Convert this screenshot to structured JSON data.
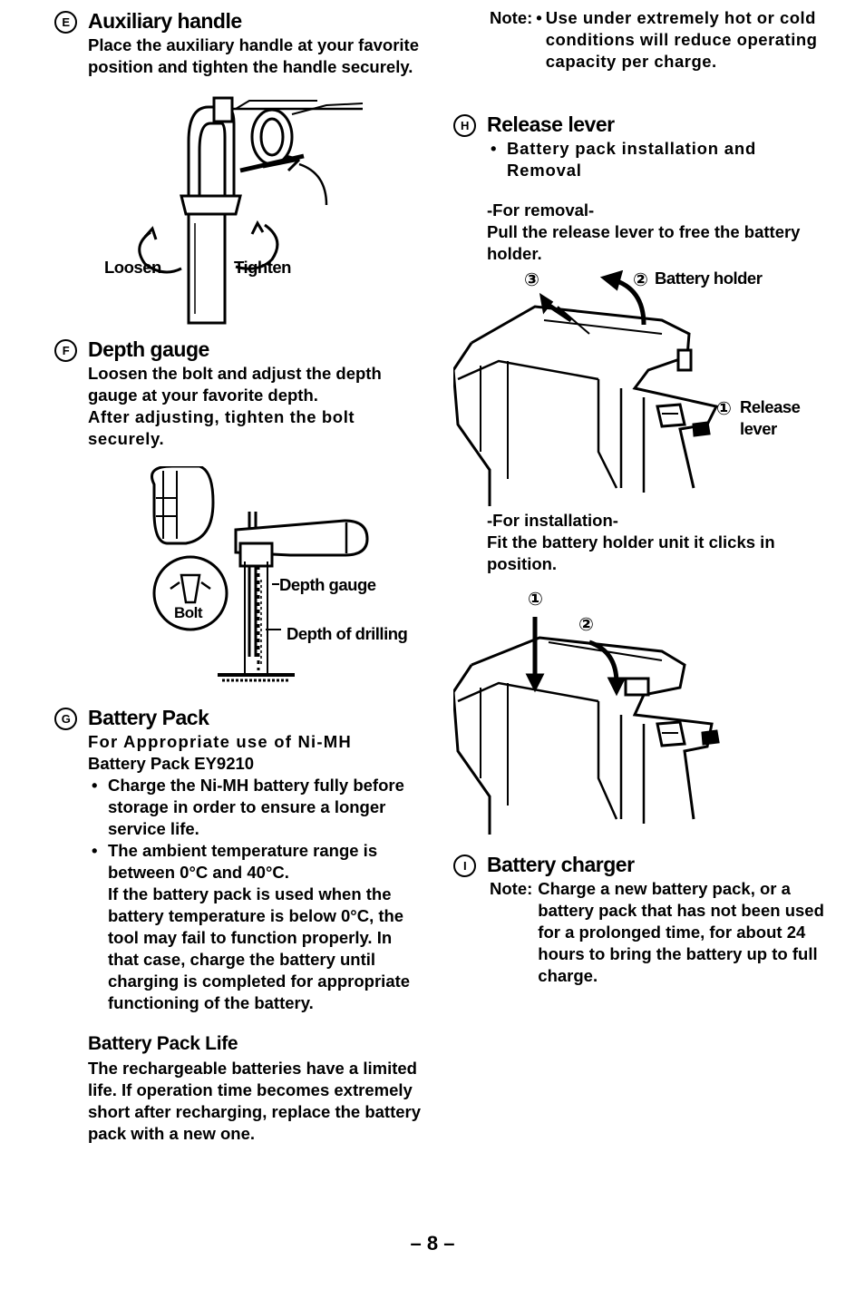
{
  "section_e": {
    "mark": "E",
    "title": "Auxiliary handle",
    "body": "Place the auxiliary handle at your favorite position and tighten the handle securely.",
    "fig_labels": {
      "loosen": "Loosen",
      "tighten": "Tighten"
    }
  },
  "section_f": {
    "mark": "F",
    "title": "Depth gauge",
    "body1": "Loosen the bolt and adjust the depth gauge at your favorite depth.",
    "body2": "After adjusting, tighten the bolt securely.",
    "fig_labels": {
      "bolt": "Bolt",
      "depth_gauge": "Depth gauge",
      "depth_of_drilling": "Depth of drilling"
    }
  },
  "section_g": {
    "mark": "G",
    "title": "Battery Pack",
    "subtitle_line1": "For Appropriate use of Ni-MH",
    "subtitle_line2": "Battery Pack EY9210",
    "bullets": [
      "Charge the Ni-MH battery fully before storage in order to ensure a longer service life.",
      "The ambient temperature range is between 0°C and 40°C."
    ],
    "bullet2_continuation": "If the battery pack is used when the battery temperature is below 0°C, the tool may fail to function properly. In that case, charge the battery until charging is completed for appropriate functioning of the battery.",
    "life_title": "Battery Pack Life",
    "life_body": "The rechargeable batteries have a limited life. If operation time becomes extremely short after recharging, replace the battery pack with a new one."
  },
  "note_top": {
    "label": "Note:",
    "text": "Use under extremely hot or cold conditions will reduce operating capacity per charge."
  },
  "section_h": {
    "mark": "H",
    "title": "Release lever",
    "bullet": "Battery pack installation and Removal",
    "removal_head": "-For removal-",
    "removal_body": "Pull the release lever to free the battery holder.",
    "fig1_labels": {
      "n3": "③",
      "n2": "②",
      "battery_holder": "Battery holder",
      "n1": "①",
      "release_lever_l1": "Release",
      "release_lever_l2": "lever"
    },
    "install_head": "-For installation-",
    "install_body": "Fit the battery holder unit it clicks in position.",
    "fig2_labels": {
      "n1": "①",
      "n2": "②"
    }
  },
  "section_i": {
    "mark": "I",
    "title": "Battery charger",
    "note_label": "Note:",
    "note_text": "Charge a new battery pack, or a battery pack that has not been used for a prolonged time, for about 24 hours to bring the battery up to full charge."
  },
  "page_number": "– 8 –"
}
